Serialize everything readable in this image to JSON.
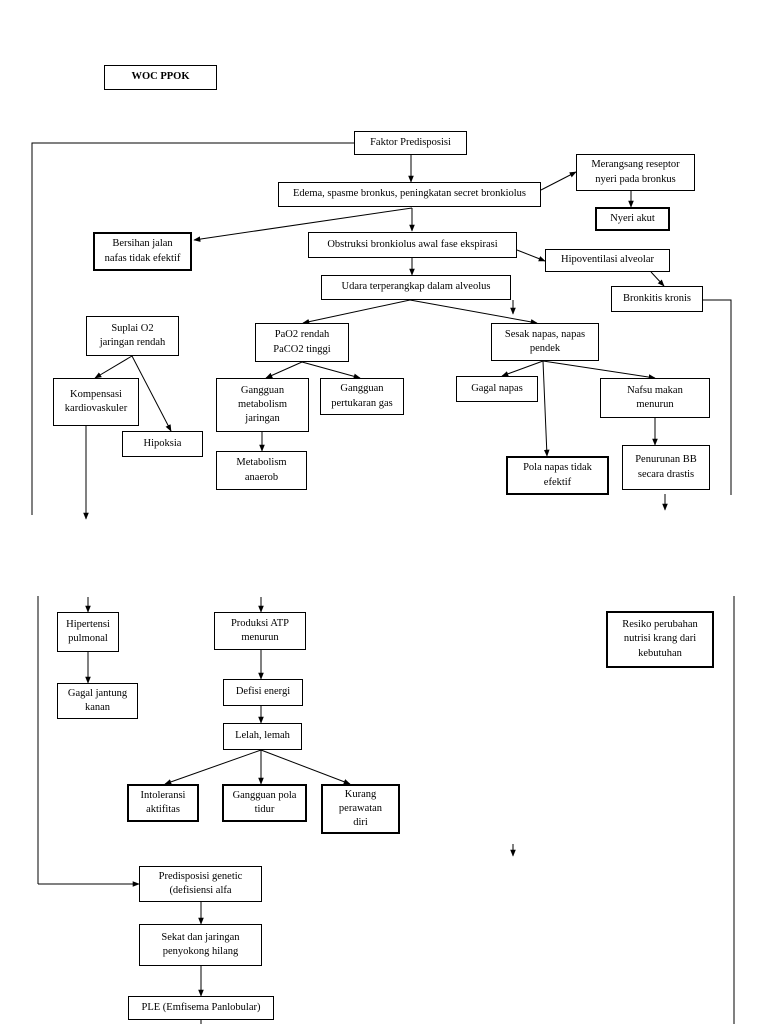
{
  "title": "WOC PPOK",
  "nodes": {
    "faktor": "Faktor Predisposisi",
    "edema": "Edema, spasme bronkus, peningkatan secret bronkiolus",
    "merangsang": "Merangsang reseptor\nnyeri pada bronkus",
    "nyeri": "Nyeri akut",
    "bersihan": "Bersihan jalan\nnafas tidak efektif",
    "obstruksi": "Obstruksi bronkiolus awal fase ekspirasi",
    "hipoventilasi": "Hipoventilasi alveolar",
    "bronkitis": "Bronkitis kronis",
    "udara": "Udara terperangkap dalam alveolus",
    "suplai": "Suplai O2\njaringan rendah",
    "pao2": "PaO2 rendah\nPaCO2 tinggi",
    "sesak": "Sesak napas, napas\npendek",
    "kompensasi": "Kompensasi\nkardiovaskuler",
    "ggmetab": "Gangguan\nmetabolism\njaringan",
    "ggtukar": "Gangguan\npertukaran gas",
    "gagalnapas": "Gagal napas",
    "nafsu": "Nafsu makan\nmenurun",
    "hipoksia": "Hipoksia",
    "anaerob": "Metabolism\nanaerob",
    "polanapas": "Pola napas tidak\nefektif",
    "penurunan": "Penurunan BB\nsecara drastis",
    "hipertensi": "Hipertensi\npulmonal",
    "atp": "Produksi ATP\nmenurun",
    "resiko": "Resiko perubahan\nnutrisi krang dari\nkebutuhan",
    "gagaljantung": "Gagal jantung\nkanan",
    "defisi": "Defisi energi",
    "lelah": "Lelah, lemah",
    "intoleransi": "Intoleransi\naktifitas",
    "ggtidur": "Gangguan pola\ntidur",
    "kurang": "Kurang\nperawatan\ndiri",
    "genetic": "Predisposisi genetic\n(defisiensi alfa",
    "sekat": "Sekat dan jaringan\npenyokong hilang",
    "ple": "PLE (Emfisema Panlobular)"
  }
}
